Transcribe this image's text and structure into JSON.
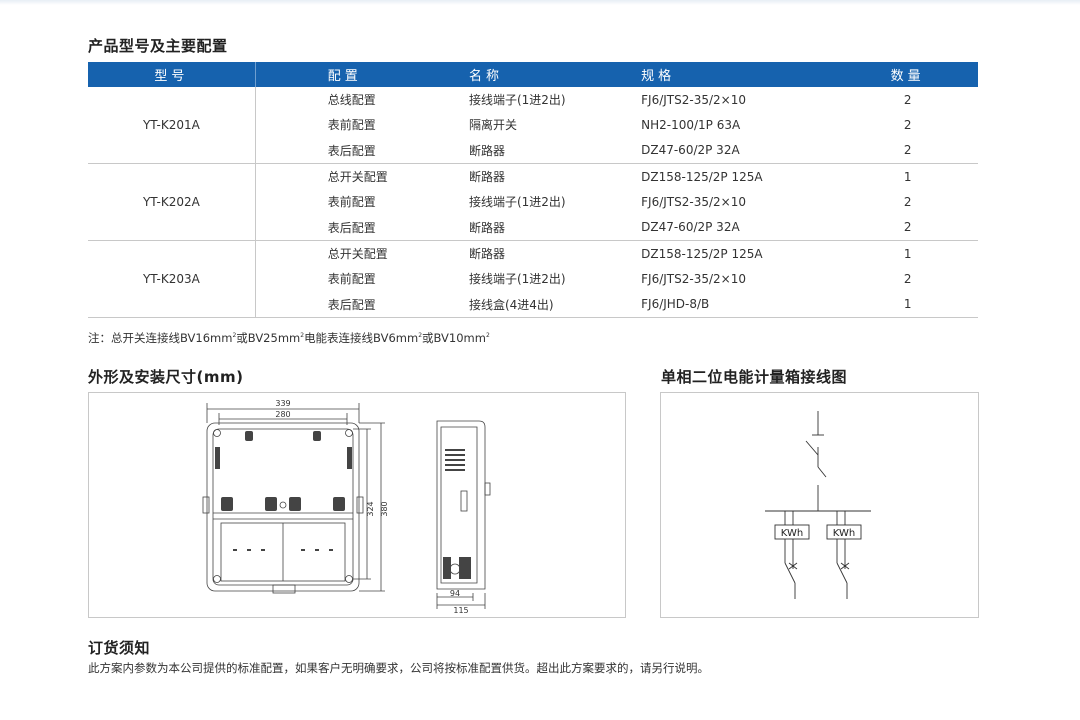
{
  "sections": {
    "products_title": "产品型号及主要配置",
    "dimensions_title": "外形及安装尺寸(mm)",
    "wiring_title": "单相二位电能计量箱接线图",
    "ordering_title": "订货须知"
  },
  "table": {
    "headers": {
      "model": "型号",
      "config": "配置",
      "name": "名称",
      "spec": "规格",
      "qty": "数量"
    },
    "groups": [
      {
        "model": "YT-K201A",
        "rows": [
          {
            "config": "总线配置",
            "name": "接线端子(1进2出)",
            "spec": "FJ6/JTS2-35/2×10",
            "qty": "2"
          },
          {
            "config": "表前配置",
            "name": "隔离开关",
            "spec": "NH2-100/1P 63A",
            "qty": "2"
          },
          {
            "config": "表后配置",
            "name": "断路器",
            "spec": "DZ47-60/2P 32A",
            "qty": "2"
          }
        ]
      },
      {
        "model": "YT-K202A",
        "rows": [
          {
            "config": "总开关配置",
            "name": "断路器",
            "spec": "DZ158-125/2P 125A",
            "qty": "1"
          },
          {
            "config": "表前配置",
            "name": "接线端子(1进2出)",
            "spec": "FJ6/JTS2-35/2×10",
            "qty": "2"
          },
          {
            "config": "表后配置",
            "name": "断路器",
            "spec": "DZ47-60/2P 32A",
            "qty": "2"
          }
        ]
      },
      {
        "model": "YT-K203A",
        "rows": [
          {
            "config": "总开关配置",
            "name": "断路器",
            "spec": "DZ158-125/2P 125A",
            "qty": "1"
          },
          {
            "config": "表前配置",
            "name": "接线端子(1进2出)",
            "spec": "FJ6/JTS2-35/2×10",
            "qty": "2"
          },
          {
            "config": "表后配置",
            "name": "接线盒(4进4出)",
            "spec": "FJ6/JHD-8/B",
            "qty": "1"
          }
        ]
      }
    ]
  },
  "note": {
    "part1": "注：总开关连接线BV16mm",
    "sup": "2",
    "part2": "或BV25mm",
    "part3": "电能表连接线BV6mm",
    "part4": "或BV10mm"
  },
  "dimensions": {
    "w_outer": "339",
    "w_inner": "280",
    "h_inner": "324",
    "h_outer": "380",
    "d_inner": "94",
    "d_outer": "115"
  },
  "wiring": {
    "meter_label": "KWh"
  },
  "ordering_text": "此方案内参数为本公司提供的标准配置，如果客户无明确要求，公司将按标准配置供货。超出此方案要求的，请另行说明。"
}
